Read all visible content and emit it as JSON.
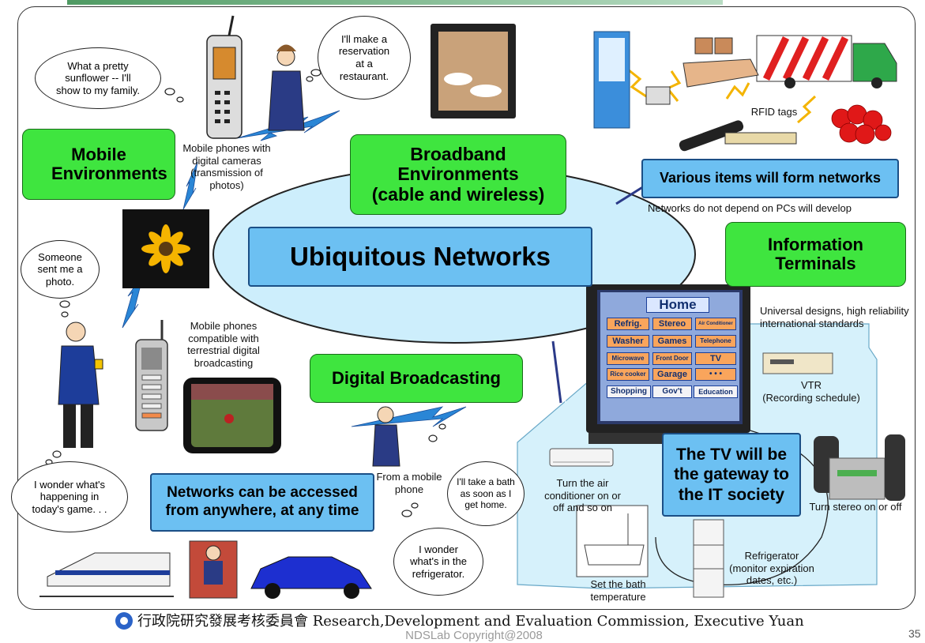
{
  "heading_boxes": {
    "mobile": "Mobile Environments",
    "broadband": [
      "Broadband",
      "Environments",
      "(cable and wireless)"
    ],
    "information_terminals": [
      "Information",
      "Terminals"
    ],
    "digital_broadcasting": "Digital Broadcasting"
  },
  "center_title": "Ubiquitous Networks",
  "blue_boxes": {
    "various_items": "Various items will form networks",
    "networks_anytime": [
      "Networks can be accessed",
      "from anywhere, at any time"
    ],
    "tv_gateway": [
      "The TV will be",
      "the gateway to",
      "the IT society"
    ]
  },
  "labels": {
    "networks_not_pcs": "Networks do not depend on PCs will develop",
    "rfid": "RFID tags",
    "mobile_cameras": [
      "Mobile phones with",
      "digital cameras",
      "(transmission of",
      "photos)"
    ],
    "mobile_terrestrial": [
      "Mobile phones",
      "compatible with",
      "terrestrial digital",
      "broadcasting"
    ],
    "universal": [
      "Universal designs, high reliability",
      "international standards"
    ],
    "vtr": [
      "VTR",
      "(Recording schedule)"
    ],
    "from_mobile": [
      "From a mobile",
      "phone"
    ],
    "air_conditioner": [
      "Turn the air",
      "conditioner on or",
      "off and so on"
    ],
    "stereo": "Turn stereo on or off",
    "bath": [
      "Set the bath",
      "temperature"
    ],
    "fridge": [
      "Refrigerator",
      "(monitor expiration",
      "dates, etc.)"
    ]
  },
  "bubbles": {
    "sunflower": [
      "What a pretty",
      "sunflower -- I'll",
      "show to my family."
    ],
    "reservation": [
      "I'll make a",
      "reservation",
      "at a",
      "restaurant."
    ],
    "photo": [
      "Someone",
      "sent me a",
      "photo."
    ],
    "game": [
      "I wonder what's",
      "happening in",
      "today's game. . ."
    ],
    "bath": [
      "I'll take a bath",
      "as soon as I",
      "get home."
    ],
    "fridge": [
      "I wonder",
      "what's in the",
      "refrigerator."
    ]
  },
  "tv_menu": {
    "title": "Home",
    "buttons": [
      "Refrig.",
      "Stereo",
      "Air Conditioner",
      "Washer",
      "Games",
      "Telephone",
      "Microwave",
      "Front Door",
      "TV",
      "Rice cooker",
      "Garage",
      "• • •",
      "Shopping",
      "Gov't",
      "Education"
    ]
  },
  "footer": {
    "org": "行政院研究發展考核委員會  Research,Development and Evaluation Commission, Executive Yuan",
    "copyright": "NDSLab Copyright@2008",
    "page": "35"
  },
  "colors": {
    "green_box": "#3fe53f",
    "blue_box": "#6cc0f2",
    "ellipse": "#cdeefc",
    "house": "#d6f1fb",
    "lightning": "#2a86d6"
  }
}
